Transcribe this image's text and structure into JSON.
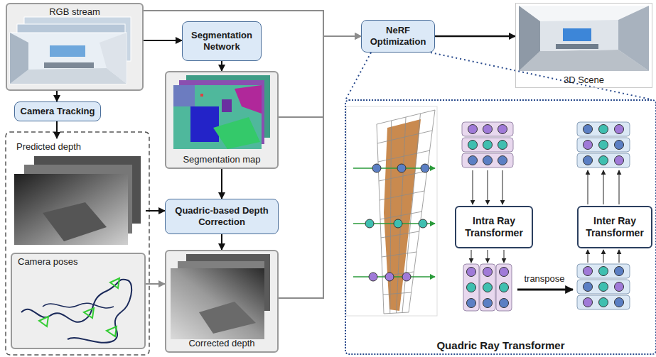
{
  "diagram": {
    "nodes": [
      {
        "text": [
          "RGB stream"
        ]
      },
      {
        "text": [
          "Segmentation Network"
        ]
      },
      {
        "text": [
          "NeRF Optimization"
        ]
      },
      {
        "text": [
          "3D Scene"
        ]
      },
      {
        "text": [
          "Segmentation map"
        ]
      },
      {
        "text": [
          "Camera Tracking"
        ]
      },
      {
        "text": [
          "Quadric Ray Transformer"
        ]
      },
      {
        "text": [
          "Intra Ray Transformer"
        ],
        "in": 6
      },
      {
        "text": [
          "Inter Ray Transformer"
        ],
        "in": 6
      },
      {
        "text": [
          "Predicted depth"
        ]
      },
      {
        "text": [
          "Quadric-based Depth Correction"
        ]
      },
      {
        "text": [
          "Camera poses"
        ]
      },
      {
        "text": [
          "Corrected depth"
        ]
      }
    ],
    "edges": [
      {
        "from": 0,
        "to": 1,
        "arrow": "to"
      },
      {
        "from": 0,
        "to": 5,
        "arrow": "to"
      },
      {
        "from": 1,
        "to": 4,
        "arrow": "to"
      },
      {
        "from": 4,
        "to": 10,
        "arrow": "to"
      },
      {
        "from": 9,
        "to": 10,
        "arrow": "to"
      },
      {
        "from": 10,
        "to": 12,
        "arrow": "to"
      },
      {
        "from": 5,
        "to": 9,
        "arrow": "to"
      },
      {
        "from": 11,
        "to": 12,
        "arrow": "to"
      },
      {
        "from": 0,
        "to": 2,
        "arrow": "to"
      },
      {
        "from": 4,
        "to": 2,
        "arrow": "to"
      },
      {
        "from": 12,
        "to": 2,
        "arrow": "to"
      },
      {
        "from": 2,
        "to": 3,
        "arrow": "to"
      },
      {
        "from": 2,
        "to": 6,
        "arrow": "none"
      }
    ],
    "labels": [
      "transpose"
    ]
  }
}
